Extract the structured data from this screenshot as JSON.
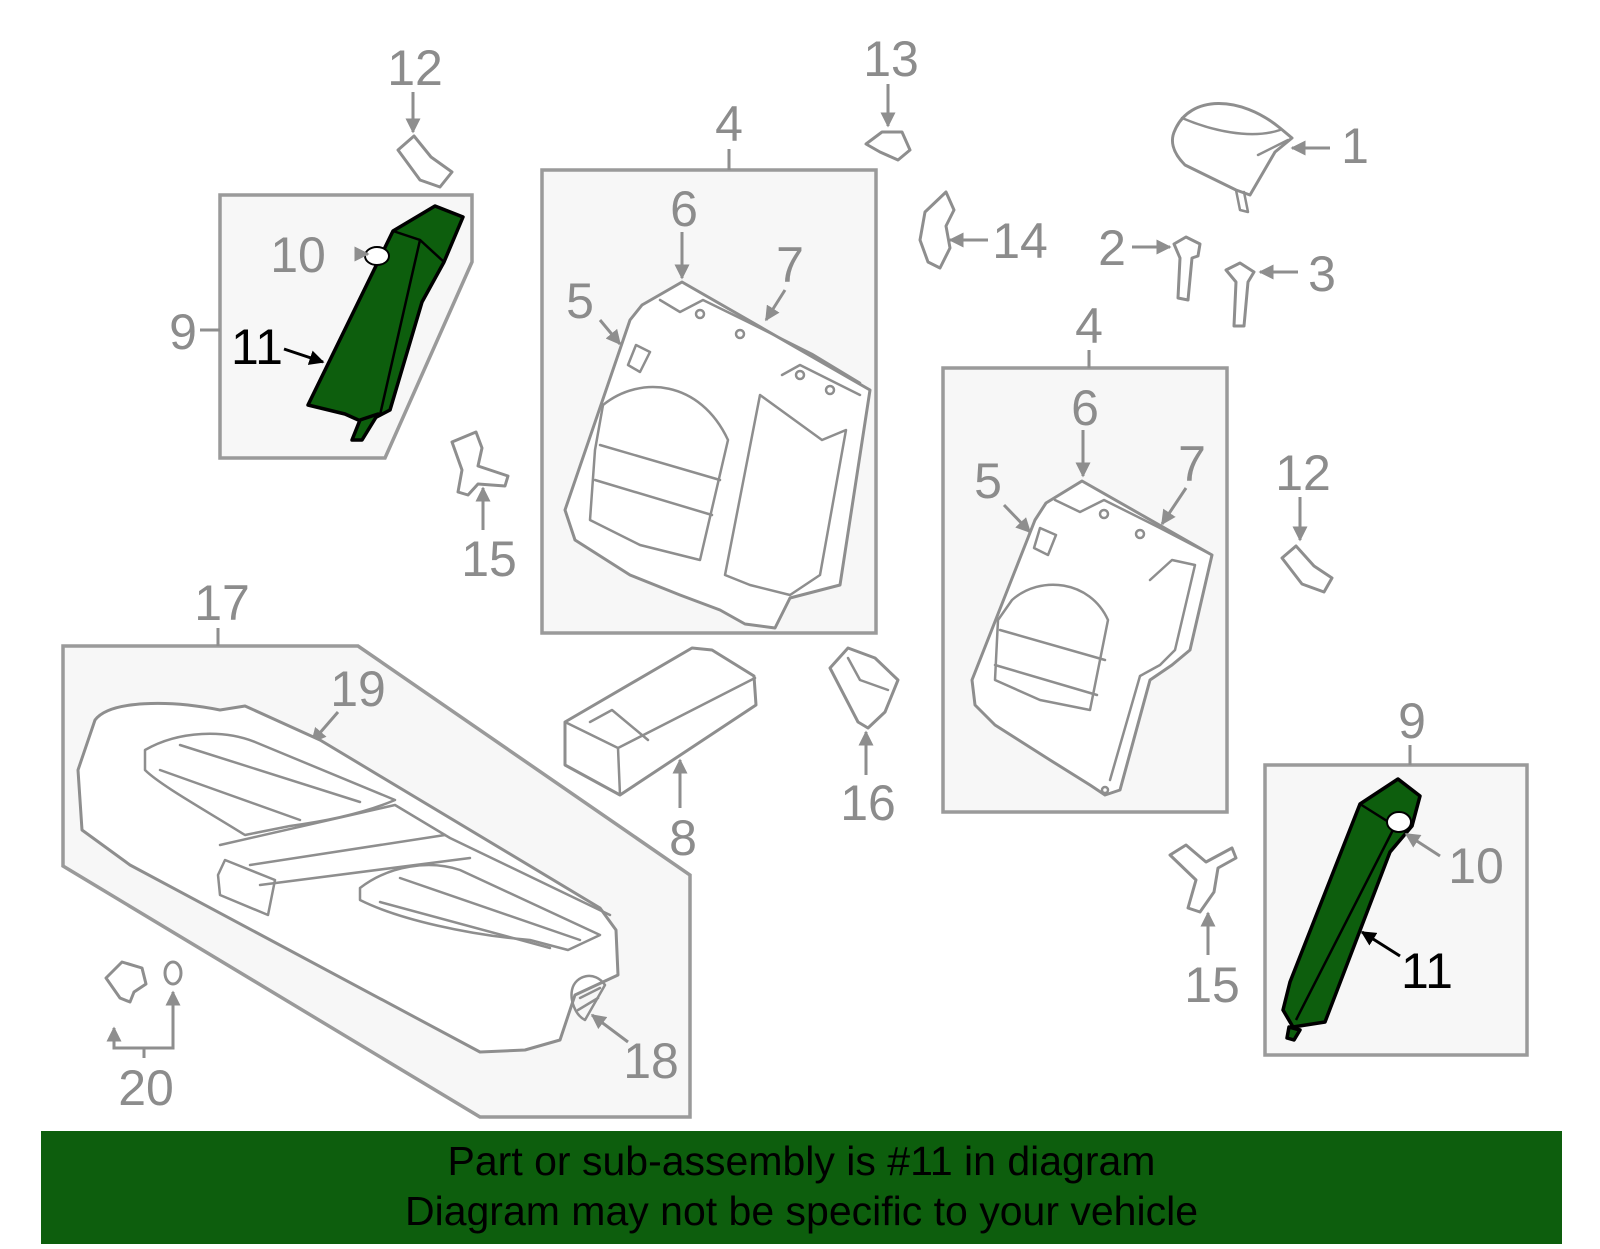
{
  "callouts": {
    "c1": "1",
    "c2": "2",
    "c3": "3",
    "c4a": "4",
    "c4b": "4",
    "c5a": "5",
    "c5b": "5",
    "c6a": "6",
    "c6b": "6",
    "c7a": "7",
    "c7b": "7",
    "c8": "8",
    "c9a": "9",
    "c9b": "9",
    "c10a": "10",
    "c10b": "10",
    "c11a": "11",
    "c11b": "11",
    "c12a": "12",
    "c12b": "12",
    "c13": "13",
    "c14": "14",
    "c15a": "15",
    "c15b": "15",
    "c16": "16",
    "c17": "17",
    "c18": "18",
    "c19": "19",
    "c20": "20"
  },
  "banner": {
    "line1": "Part or sub-assembly is #11 in diagram",
    "line2": "Diagram may not be specific to your vehicle"
  },
  "colors": {
    "highlight": "#0d5e0d",
    "callout": "#8c8c8c",
    "box_fill": "#f7f7f7"
  }
}
